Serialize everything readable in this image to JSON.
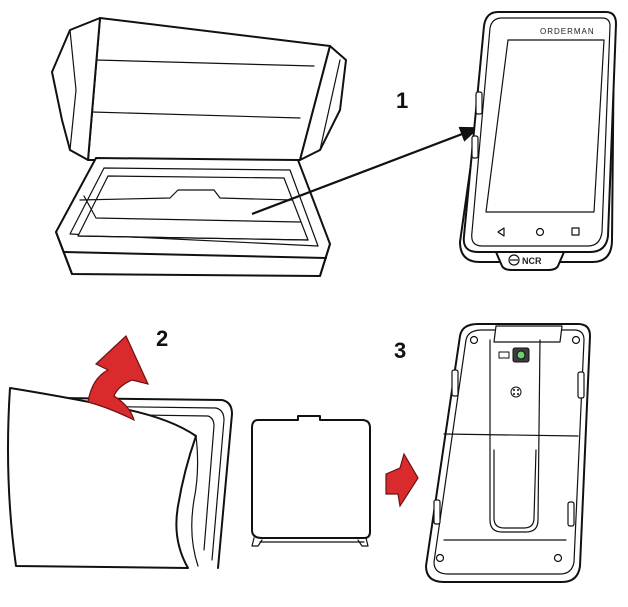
{
  "steps": [
    {
      "number": "1"
    },
    {
      "number": "2"
    },
    {
      "number": "3"
    }
  ],
  "device": {
    "brand": "ORDERMAN",
    "maker": "NCR"
  },
  "colors": {
    "arrow_red": "#d92b2b",
    "line": "#111111"
  },
  "icons": [
    "box-icon",
    "device-front-icon",
    "protective-film-icon",
    "battery-cover-icon",
    "device-back-icon",
    "pointer-arrow-icon",
    "red-arrow-icon"
  ]
}
